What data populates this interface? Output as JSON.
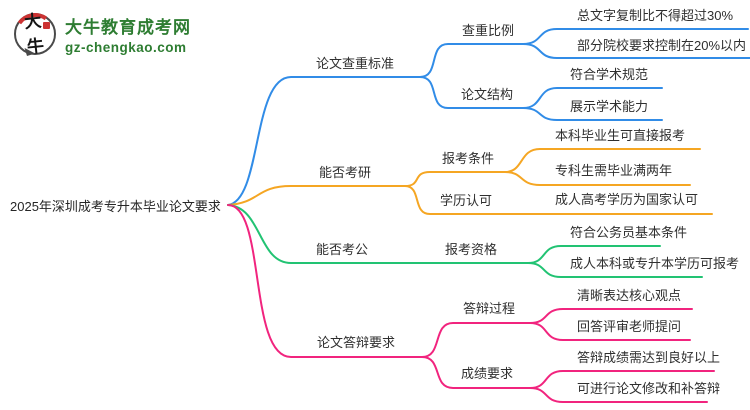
{
  "logo": {
    "site_name": "大牛教育成考网",
    "site_url": "gz-chengkao.com",
    "icon_text": "大牛"
  },
  "root": {
    "label": "2025年深圳成考专升本毕业论文要求"
  },
  "colors": {
    "blue": "#318ce7",
    "orange": "#f5a623",
    "green": "#22c373",
    "pink": "#f1247e",
    "logogreen": "#2e7d32",
    "logored": "#cc3333",
    "text": "#2f2f2f"
  },
  "branches": [
    {
      "label": "论文查重标准",
      "color": "blue",
      "children": [
        {
          "label": "查重比例",
          "children": [
            {
              "label": "总文字复制比不得超过30%"
            },
            {
              "label": "部分院校要求控制在20%以内"
            }
          ]
        },
        {
          "label": "论文结构",
          "children": [
            {
              "label": "符合学术规范"
            },
            {
              "label": "展示学术能力"
            }
          ]
        }
      ]
    },
    {
      "label": "能否考研",
      "color": "orange",
      "children": [
        {
          "label": "报考条件",
          "children": [
            {
              "label": "本科毕业生可直接报考"
            },
            {
              "label": "专科生需毕业满两年"
            }
          ]
        },
        {
          "label": "学历认可",
          "children": [
            {
              "label": "成人高考学历为国家认可"
            }
          ]
        }
      ]
    },
    {
      "label": "能否考公",
      "color": "green",
      "children": [
        {
          "label": "报考资格",
          "children": [
            {
              "label": "符合公务员基本条件"
            },
            {
              "label": "成人本科或专升本学历可报考"
            }
          ]
        }
      ]
    },
    {
      "label": "论文答辩要求",
      "color": "pink",
      "children": [
        {
          "label": "答辩过程",
          "children": [
            {
              "label": "清晰表达核心观点"
            },
            {
              "label": "回答评审老师提问"
            }
          ]
        },
        {
          "label": "成绩要求",
          "children": [
            {
              "label": "答辩成绩需达到良好以上"
            },
            {
              "label": "可进行论文修改和补答辩"
            }
          ]
        }
      ]
    }
  ]
}
